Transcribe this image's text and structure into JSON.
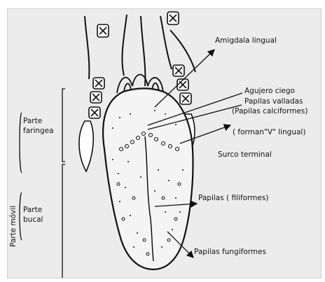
{
  "colors": {
    "ink": "#111111",
    "paper": "#ececec"
  },
  "labels": {
    "amigdala": "Amigdala lingual",
    "agujero": "Agujero ciego",
    "papilas_valladas": "Papilas valladas",
    "papilas_calciformes": "(Papilas calciformes)",
    "forman_v": "( forman\"V\" lingual)",
    "surco": "Surco terminal",
    "papilas_filiformes": "Papilas ( filiformes)",
    "papilas_fungiformes": "Papilas fungiformes",
    "parte_faringea_1": "Parte",
    "parte_faringea_2": "faringea",
    "parte_bucal_1": "Parte",
    "parte_bucal_2": "bucal",
    "parte_movil": "Parte móvil"
  }
}
